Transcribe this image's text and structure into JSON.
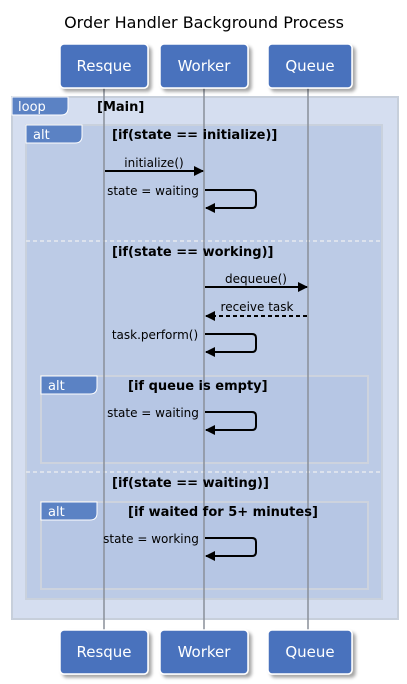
{
  "title": "Order Handler Background Process",
  "participants": [
    {
      "id": "resque",
      "label": "Resque"
    },
    {
      "id": "worker",
      "label": "Worker"
    },
    {
      "id": "queue",
      "label": "Queue"
    }
  ],
  "loop": {
    "tag": "loop",
    "condition": "[Main]"
  },
  "alt_outer": {
    "tag": "alt",
    "cond1": "[if(state == initialize)]",
    "cond2": "[if(state == working)]",
    "cond3": "[if(state == waiting)]"
  },
  "alt_empty": {
    "tag": "alt",
    "condition": "[if queue is empty]"
  },
  "alt_waited": {
    "tag": "alt",
    "condition": "[if waited for 5+ minutes]"
  },
  "messages": {
    "initialize": "initialize()",
    "state_waiting_1": "state = waiting",
    "dequeue": "dequeue()",
    "receive_task": "receive task",
    "task_perform": "task.perform()",
    "state_waiting_2": "state = waiting",
    "state_working": "state = working"
  },
  "colors": {
    "actor_fill": "#4a72bd",
    "frame_fill": "#bccbe6",
    "frame_border": "#c9d1dd",
    "tag_fill": "#5b82c4",
    "lifeline": "#8a8f99"
  }
}
